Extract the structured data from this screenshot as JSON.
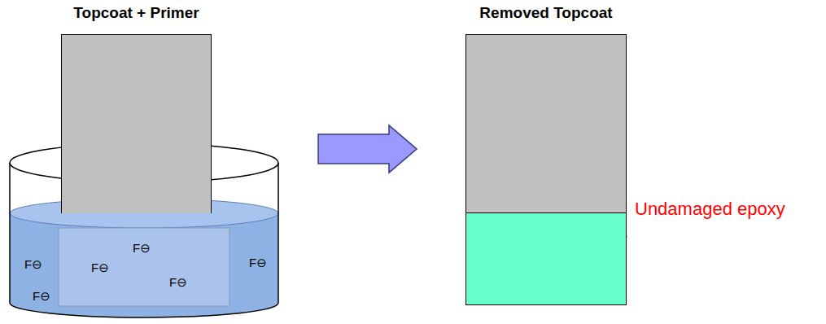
{
  "diagram": {
    "nodes": [
      {
        "text": [
          "Topcoat + Primer"
        ]
      },
      {
        "text": [
          "Removed Topcoat"
        ]
      }
    ],
    "edges": [
      {
        "from": 0,
        "to": 1,
        "arrow": "to"
      }
    ],
    "labels": [
      "F⊖",
      "F⊖",
      "F⊖",
      "F⊖",
      "F⊖",
      "F⊖",
      "Undamaged epoxy"
    ]
  }
}
